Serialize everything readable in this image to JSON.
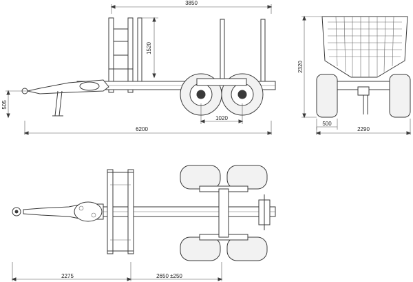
{
  "dimensions": {
    "top_length": "3850",
    "stake_height": "1520",
    "hitch_height": "505",
    "axle_spacing": "1020",
    "overall_length": "6200",
    "overall_height": "2320",
    "track_offset": "500",
    "overall_width": "2290",
    "drawbar_length": "2275",
    "adjustable_length": "2650 ±250"
  },
  "colors": {
    "line": "#3a3a3a",
    "tire_fill": "#f2f2f2",
    "background": "#ffffff"
  },
  "icons": [
    "trailer-side-view",
    "trailer-rear-view",
    "trailer-top-view"
  ]
}
